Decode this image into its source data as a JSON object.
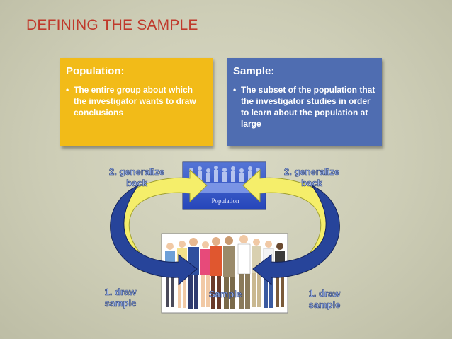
{
  "slide": {
    "title": "DEFINING THE SAMPLE"
  },
  "population_box": {
    "heading": "Population:",
    "bullet": "The entire group about which the investigator wants to draw conclusions"
  },
  "sample_box": {
    "heading": "Sample:",
    "bullet": "The subset of the population that the investigator studies in order to learn about the population at large"
  },
  "diagram": {
    "population_label": "Population",
    "sample_label": "Sample",
    "generalize_line1": "2. generalize",
    "generalize_line2": "back",
    "draw_line1": "1. draw",
    "draw_line2": "sample"
  },
  "colors": {
    "title": "#c0392b",
    "population_box": "#f2bb18",
    "sample_box": "#4f6db1",
    "arrow_yellow": "#f5ee6a",
    "arrow_blue": "#27449a"
  }
}
